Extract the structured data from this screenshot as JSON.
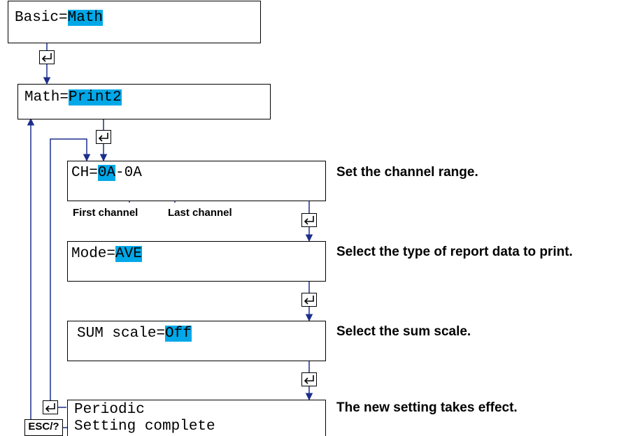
{
  "screens": {
    "basic": {
      "label": "Basic=",
      "value": "Math"
    },
    "math": {
      "label": "Math=",
      "value": "Print2"
    },
    "channel": {
      "label": "CH=",
      "first": "0A",
      "separator": "-",
      "last": "0A"
    },
    "mode": {
      "label": "Mode=",
      "value": "AVE"
    },
    "sum": {
      "label": "SUM scale=",
      "value": "Off"
    },
    "complete": {
      "line1": "Periodic",
      "line2": "Setting complete"
    }
  },
  "annotations": {
    "first_channel": "First channel",
    "last_channel": "Last channel"
  },
  "descriptions": {
    "channel": "Set the channel range.",
    "mode": "Select the type of report data to print.",
    "sum": "Select the sum scale.",
    "complete": "The new setting takes effect."
  },
  "keys": {
    "esc": "ESC/?",
    "enter_icon": "enter-key-icon"
  },
  "colors": {
    "highlight": "#00a8e8",
    "flow_line": "#1c2e8c"
  }
}
